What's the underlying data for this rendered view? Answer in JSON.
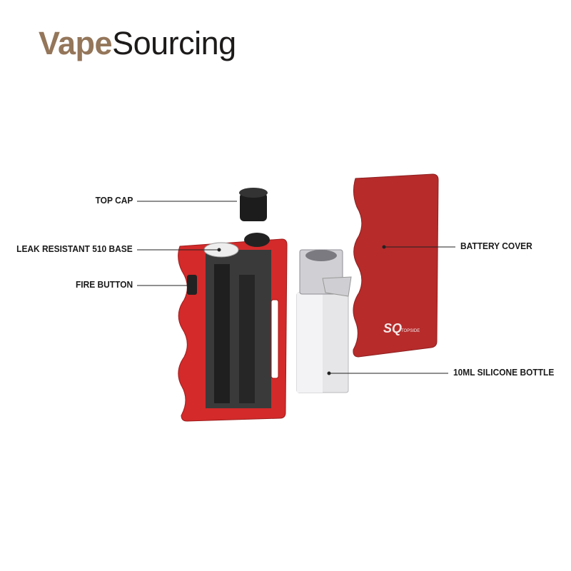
{
  "logo": {
    "part1": "Vape",
    "part2": "Sourcing"
  },
  "labels": {
    "top_cap": "TOP CAP",
    "leak_base": "LEAK RESISTANT 510 BASE",
    "fire_button": "FIRE BUTTON",
    "battery_cover": "BATTERY COVER",
    "bottle": "10ML SILICONE BOTTLE"
  },
  "product_logo": "SQ TOPSIDE",
  "colors": {
    "body_red": "#d42a2a",
    "cover_red": "#b52a2a",
    "logo_brown": "#94765a",
    "silver": "#e4e4e6"
  }
}
